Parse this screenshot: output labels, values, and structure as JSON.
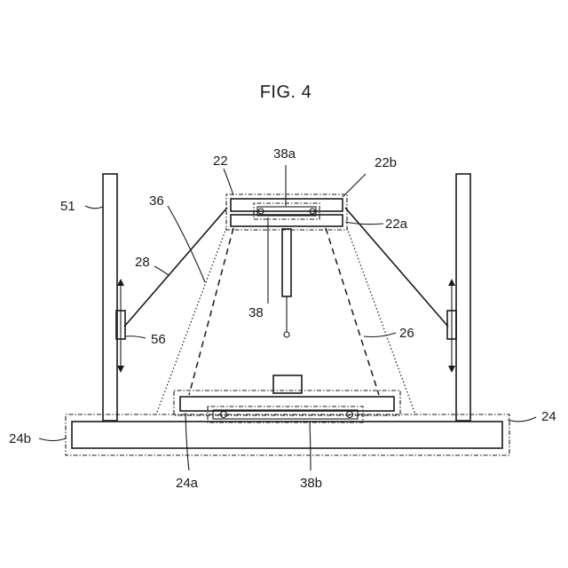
{
  "figure": {
    "title": "FIG. 4"
  },
  "labels": {
    "l22": "22",
    "l38a": "38a",
    "l22b": "22b",
    "l51": "51",
    "l36": "36",
    "l22a": "22a",
    "l28": "28",
    "l38": "38",
    "l56": "56",
    "l26": "26",
    "l24": "24",
    "l24b": "24b",
    "l24a": "24a",
    "l38b": "38b"
  }
}
